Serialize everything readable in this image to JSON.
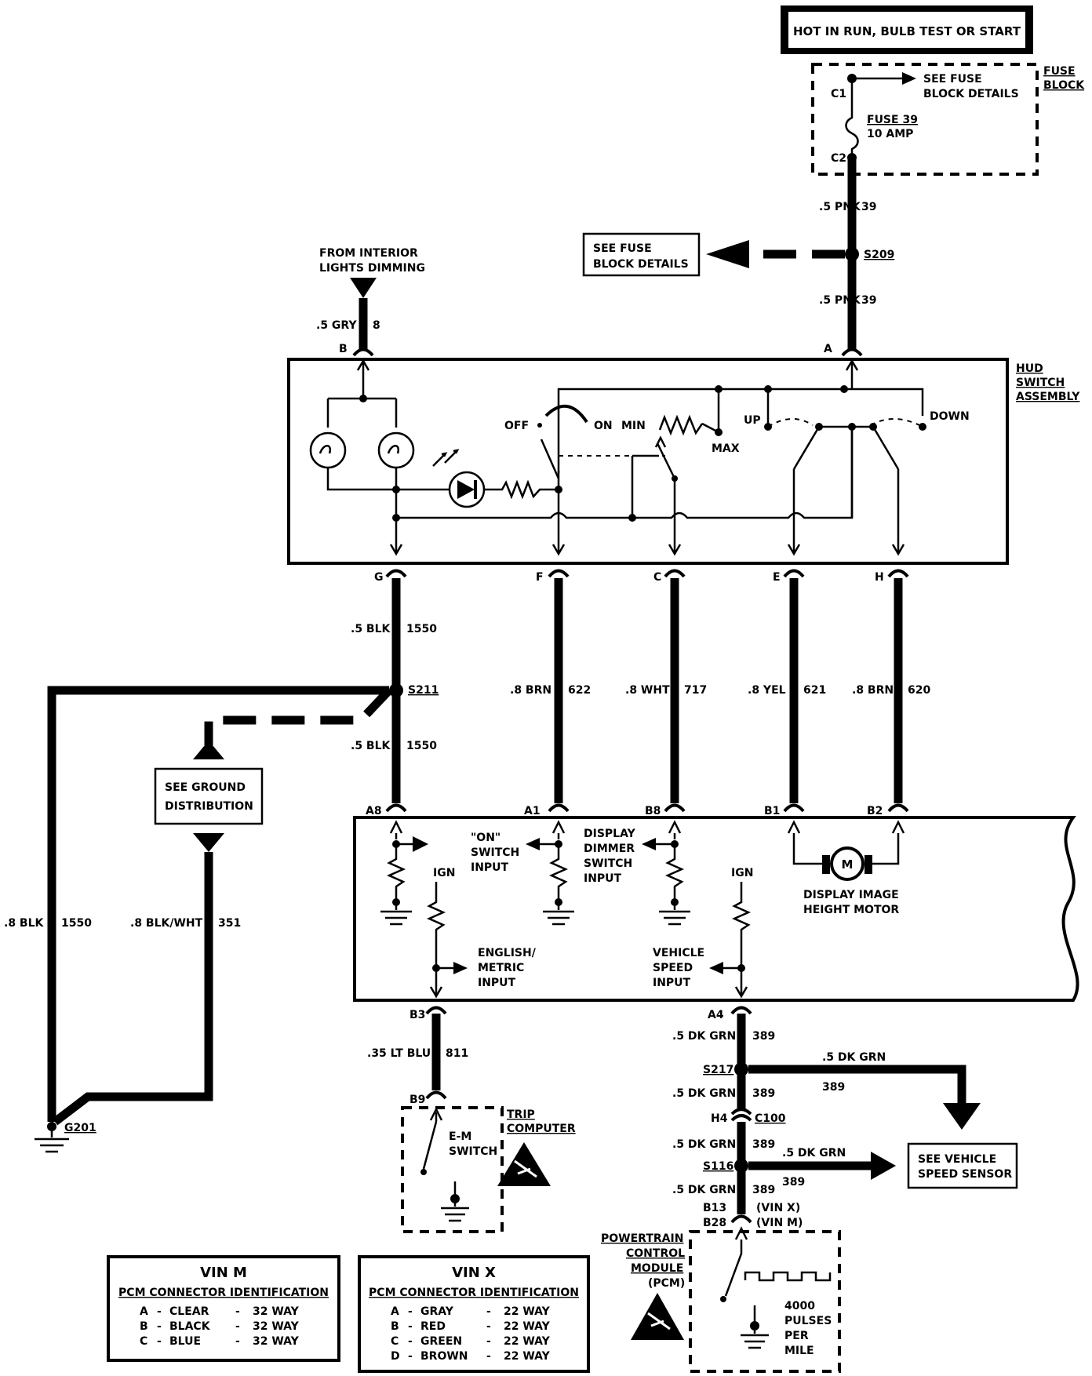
{
  "supply": {
    "hot_label": "HOT IN RUN, BULB TEST OR START",
    "fuse_block": [
      "FUSE",
      "BLOCK"
    ],
    "see_fuse_details_top": [
      "SEE FUSE",
      "BLOCK DETAILS"
    ],
    "see_fuse_details_mid": [
      "SEE FUSE",
      "BLOCK DETAILS"
    ],
    "c1": "C1",
    "c2": "C2",
    "fuse": [
      "FUSE 39",
      "10 AMP"
    ]
  },
  "splices": {
    "s209": "S209",
    "s211": "S211",
    "s217": "S217",
    "s116": "S116",
    "g201": "G201",
    "h4": "H4",
    "c100": "C100"
  },
  "dimming": [
    "FROM INTERIOR",
    "LIGHTS DIMMING"
  ],
  "hud_switch": {
    "title": [
      "HUD",
      "SWITCH",
      "ASSEMBLY"
    ],
    "off": "OFF",
    "on": "ON",
    "min": "MIN",
    "max": "MAX",
    "up": "UP",
    "down": "DOWN"
  },
  "pins": {
    "A": "A",
    "B": "B",
    "G": "G",
    "F": "F",
    "C": "C",
    "E": "E",
    "H": "H",
    "A8": "A8",
    "A1": "A1",
    "B8": "B8",
    "B1": "B1",
    "B2": "B2",
    "B3": "B3",
    "A4": "A4",
    "B9": "B9",
    "B13": "B13",
    "B28": "B28",
    "vin_x": "(VIN X)",
    "vin_m": "(VIN M)"
  },
  "wires": {
    "pnk_a": [
      ".5 PNK",
      "39"
    ],
    "pnk_b": [
      ".5 PNK",
      "39"
    ],
    "gry": [
      ".5 GRY",
      "8"
    ],
    "blk_g": [
      ".5 BLK",
      "1550"
    ],
    "brn_f": [
      ".8 BRN",
      "622"
    ],
    "wht_c": [
      ".8 WHT",
      "717"
    ],
    "yel_e": [
      ".8 YEL",
      "621"
    ],
    "brn_h": [
      ".8 BRN",
      "620"
    ],
    "blk_a8": [
      ".5 BLK",
      "1550"
    ],
    "blk_left": [
      ".8 BLK",
      "1550"
    ],
    "blkwht": [
      ".8 BLK/WHT",
      "351"
    ],
    "ltblu": [
      ".35 LT BLU",
      "811"
    ],
    "dkgrn1": [
      ".5 DK GRN",
      "389"
    ],
    "dkgrn_r1": [
      ".5 DK GRN",
      "389"
    ],
    "dkgrn2": [
      ".5 DK GRN",
      "389"
    ],
    "dkgrn3": [
      ".5 DK GRN",
      "389"
    ],
    "dkgrn_r2": [
      ".5 DK GRN",
      "389"
    ],
    "dkgrn4": [
      ".5 DK GRN",
      "389"
    ]
  },
  "ground_dist": [
    "SEE GROUND",
    "DISTRIBUTION"
  ],
  "hud_module": {
    "on_input": [
      "\"ON\"",
      "SWITCH",
      "INPUT"
    ],
    "dimmer_input": [
      "DISPLAY",
      "DIMMER",
      "SWITCH",
      "INPUT"
    ],
    "motor": [
      "DISPLAY IMAGE",
      "HEIGHT MOTOR"
    ],
    "motor_symbol": "M",
    "ign1": "IGN",
    "ign2": "IGN",
    "eng_metric": [
      "ENGLISH/",
      "METRIC",
      "INPUT"
    ],
    "speed": [
      "VEHICLE",
      "SPEED",
      "INPUT"
    ]
  },
  "trip": {
    "title": [
      "TRIP",
      "COMPUTER"
    ],
    "switch": [
      "E-M",
      "SWITCH"
    ]
  },
  "vss": [
    "SEE VEHICLE",
    "SPEED SENSOR"
  ],
  "pcm": {
    "title": [
      "POWERTRAIN",
      "CONTROL",
      "MODULE",
      "(PCM)"
    ],
    "pulses": [
      "4000",
      "PULSES",
      "PER",
      "MILE"
    ]
  },
  "vin_m": {
    "title": "VIN M",
    "subtitle": "PCM CONNECTOR IDENTIFICATION",
    "rows": [
      [
        "A",
        "-",
        "CLEAR",
        "-",
        "32 WAY"
      ],
      [
        "B",
        "-",
        "BLACK",
        "-",
        "32 WAY"
      ],
      [
        "C",
        "-",
        "BLUE",
        "-",
        "32 WAY"
      ]
    ]
  },
  "vin_x": {
    "title": "VIN X",
    "subtitle": "PCM CONNECTOR IDENTIFICATION",
    "rows": [
      [
        "A",
        "-",
        "GRAY",
        "-",
        "22 WAY"
      ],
      [
        "B",
        "-",
        "RED",
        "-",
        "22 WAY"
      ],
      [
        "C",
        "-",
        "GREEN",
        "-",
        "22 WAY"
      ],
      [
        "D",
        "-",
        "BROWN",
        "-",
        "22 WAY"
      ]
    ]
  }
}
